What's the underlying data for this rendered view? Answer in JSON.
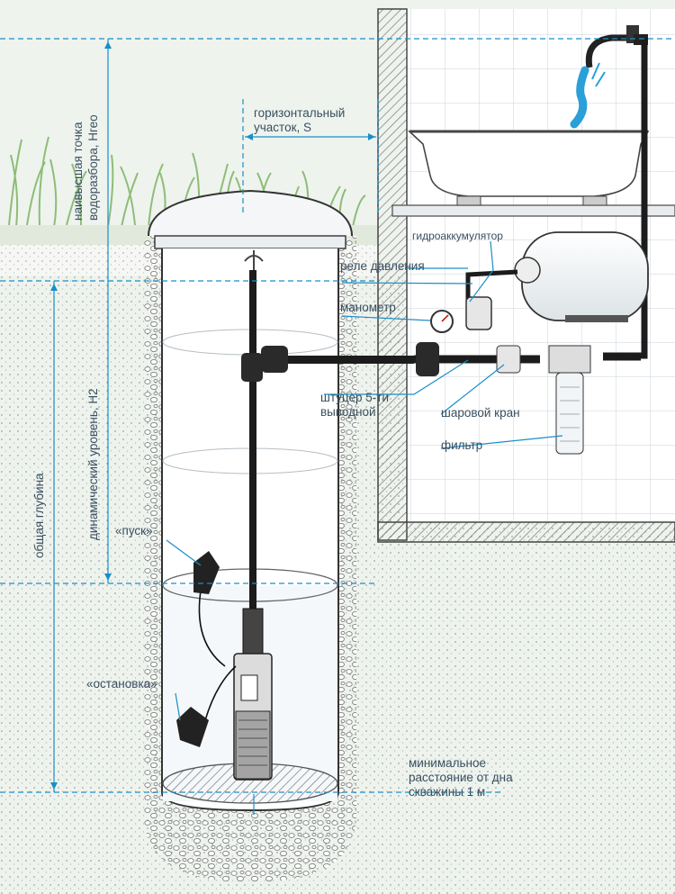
{
  "colors": {
    "cyan": "#1a8fc6",
    "ground": "#f3f6f2",
    "house": "#ffffff",
    "pipe": "#1c1c1c",
    "water": "#2a9fd8",
    "text": "#3a4f5f",
    "grass": "#8dbd77"
  },
  "labels": {
    "highest_point": "наивысшая точка водоразбора, Нгео",
    "highest_point_line1": "наивысшая точка",
    "highest_point_line2": "водоразбора, Нгео",
    "horizontal_section_line1": "горизонтальный",
    "horizontal_section_line2": "участок, S",
    "accumulator": "гидроаккумулятор",
    "pressure_relay": "реле давления",
    "manometer": "манометр",
    "fitting_line1": "штуцер 5-ти",
    "fitting_line2": "выводной",
    "ball_valve": "шаровой кран",
    "filter": "фильтр",
    "dynamic_level": "динамический уровень, Н2",
    "total_depth": "общая глубина",
    "start": "«пуск»",
    "stop": "«остановка»",
    "min_distance_line1": "минимальное",
    "min_distance_line2": "расстояние от дна",
    "min_distance_line3": "скважины 1 м"
  },
  "icons": [
    "faucet-icon",
    "water-stream-icon",
    "bathtub-icon",
    "pressure-gauge-icon",
    "float-switch-icon",
    "submersible-pump-icon",
    "accumulator-tank-icon",
    "filter-icon"
  ]
}
